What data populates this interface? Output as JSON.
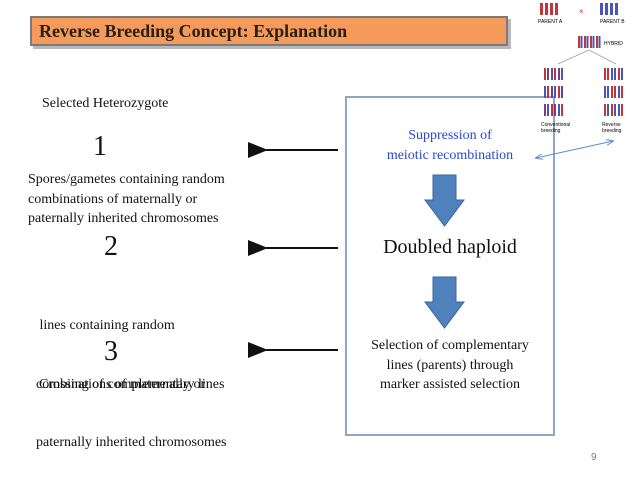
{
  "title": "Reverse Breeding Concept: Explanation",
  "selected_label": "Selected Heterozygote",
  "steps": [
    {
      "number": "1",
      "lines": [
        "Spores/gametes containing random",
        "combinations of maternally or",
        "paternally inherited chromosomes"
      ]
    },
    {
      "number": "2",
      "lines": [
        " lines containing random",
        "combinations of maternally or",
        "paternally inherited chromosomes"
      ]
    },
    {
      "number": "3",
      "lines": [
        "Crossing of complementary lines"
      ]
    }
  ],
  "panel": {
    "suppression_lines": [
      "Suppression of",
      "meiotic recombination"
    ],
    "doubled_haploid": "Doubled haploid",
    "selection_lines": [
      "Selection of complementary",
      "lines (parents) through",
      "marker assisted selection"
    ]
  },
  "figure": {
    "parent_a": "PARENT A",
    "parent_b": "PARENT B",
    "hybrid": "HYBRID",
    "conventional": [
      "Conventional",
      "breeding"
    ],
    "reverse": [
      "Reverse",
      "breeding"
    ],
    "colors": {
      "red": "#c0363a",
      "blue": "#4a55b5",
      "purple": "#7c3a8a"
    }
  },
  "page_number": "9"
}
